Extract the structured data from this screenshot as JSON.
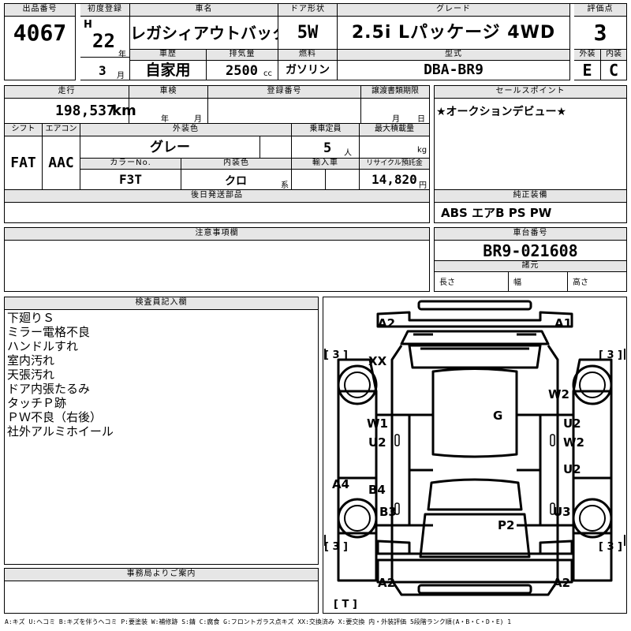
{
  "header": {
    "lot_no_label": "出品番号",
    "lot_no": "4067",
    "first_reg_label": "初度登録",
    "era": "H",
    "first_reg_year": "22",
    "year_unit": "年",
    "first_reg_month": "3",
    "month_unit": "月",
    "car_name_label": "車名",
    "car_name": "レガシィアウトバック",
    "door_label": "ドア形状",
    "door": "5W",
    "grade_label": "グレード",
    "grade": "2.5i Lパッケージ 4WD",
    "score_label": "評価点",
    "score": "3",
    "history_label": "車歴",
    "history": "自家用",
    "displacement_label": "排気量",
    "displacement": "2500",
    "displacement_unit": "cc",
    "fuel_label": "燃料",
    "fuel": "ガソリン",
    "model_label": "型式",
    "model": "DBA-BR9",
    "exterior_label": "外装",
    "exterior": "E",
    "interior_label": "内装",
    "interior": "C"
  },
  "details": {
    "mileage_label": "走行",
    "mileage": "198,537",
    "mileage_unit": "km",
    "inspection_label": "車検",
    "inspection_year": "年",
    "inspection_month": "月",
    "reg_no_label": "登録番号",
    "transfer_label": "譲渡書類期限",
    "transfer_day": "日",
    "transfer_month": "月",
    "shift_label": "シフト",
    "shift": "FAT",
    "ac_label": "エアコン",
    "ac": "AAC",
    "color_label": "外装色",
    "color": "グレー",
    "capacity_label": "乗車定員",
    "capacity": "5",
    "capacity_unit": "人",
    "max_load_label": "最大積載量",
    "max_load_unit": "kg",
    "color_no_label": "カラーNo.",
    "color_no": "F3T",
    "int_color_label": "内装色",
    "int_color": "クロ",
    "int_color_unit": "系",
    "import_label": "輸入車",
    "recycle_label": "リサイクル預託金",
    "recycle": "14,820",
    "recycle_unit": "円",
    "later_parts_label": "後日発送部品"
  },
  "selling_points": {
    "label": "セールスポイント",
    "text": "★オークションデビュー★"
  },
  "equipment": {
    "label": "純正装備",
    "text": "ABS エアB PS PW"
  },
  "caution": {
    "label": "注意事項欄"
  },
  "chassis": {
    "label": "車台番号",
    "number": "BR9-021608",
    "specs_label": "諸元",
    "length_label": "長さ",
    "width_label": "幅",
    "height_label": "高さ"
  },
  "inspector": {
    "label": "検査員記入欄",
    "notes": [
      "下廻りＳ",
      "ミラー電格不良",
      "ハンドルすれ",
      "室内汚れ",
      "天張汚れ",
      "ドア内張たるみ",
      "タッチＰ跡",
      "ＰＷ不良（右後）",
      "社外アルミホイール"
    ]
  },
  "office": {
    "label": "事務局よりご案内"
  },
  "diagram": {
    "marks": {
      "a2_front_left": "A2",
      "a1_front_right": "A1",
      "xx": "XX",
      "w2_right_front": "W2",
      "g_roof": "G",
      "w1_left": "W1",
      "u2_left": "U2",
      "u2_right": "U2",
      "w2_right": "W2",
      "u2_right_lower": "U2",
      "a4_left": "A4",
      "b4_left": "B4",
      "b3_left": "B3",
      "u3_right": "U3",
      "p2_rear": "P2",
      "a2_rear_left": "A2",
      "a2_rear_right": "A2"
    },
    "tires": {
      "front_left": "[ 3 ]",
      "front_right": "[ 3 ]",
      "rear_left": "[ 3 ]",
      "rear_right": "[ 3 ]",
      "spare": "[ T ]"
    }
  },
  "legend": "A:キズ U:ヘコミ B:キズを伴うヘコミ P:要塗装 W:補修跡 S:錆 C:腐食 G:フロントガラス点キズ XX:交換済み X:要交換 内・外装評価 5段階ランク順(A・B・C・D・E) 1"
}
